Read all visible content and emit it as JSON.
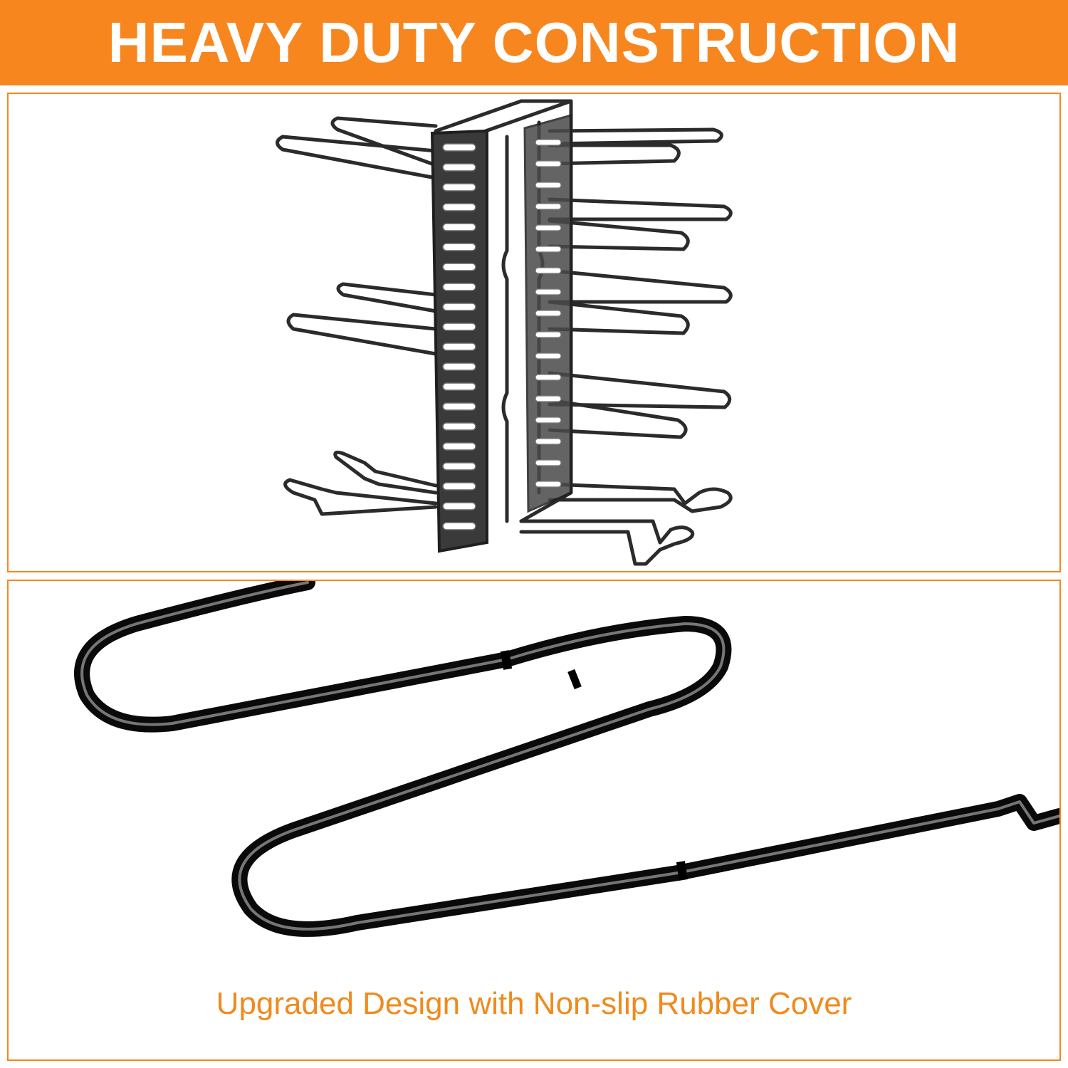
{
  "header": {
    "title": "HEAVY DUTY CONSTRUCTION"
  },
  "detail_panel": {
    "caption": "Upgraded Design with Non-slip Rubber Cover"
  },
  "product_panel": {
    "illustration": "pan-organizer-rack"
  },
  "colors": {
    "accent": "#F7861F",
    "caption_text": "#F08A1D",
    "metal": "#2b2b2b",
    "metal_highlight": "#7a7a7a",
    "background": "#ffffff"
  }
}
